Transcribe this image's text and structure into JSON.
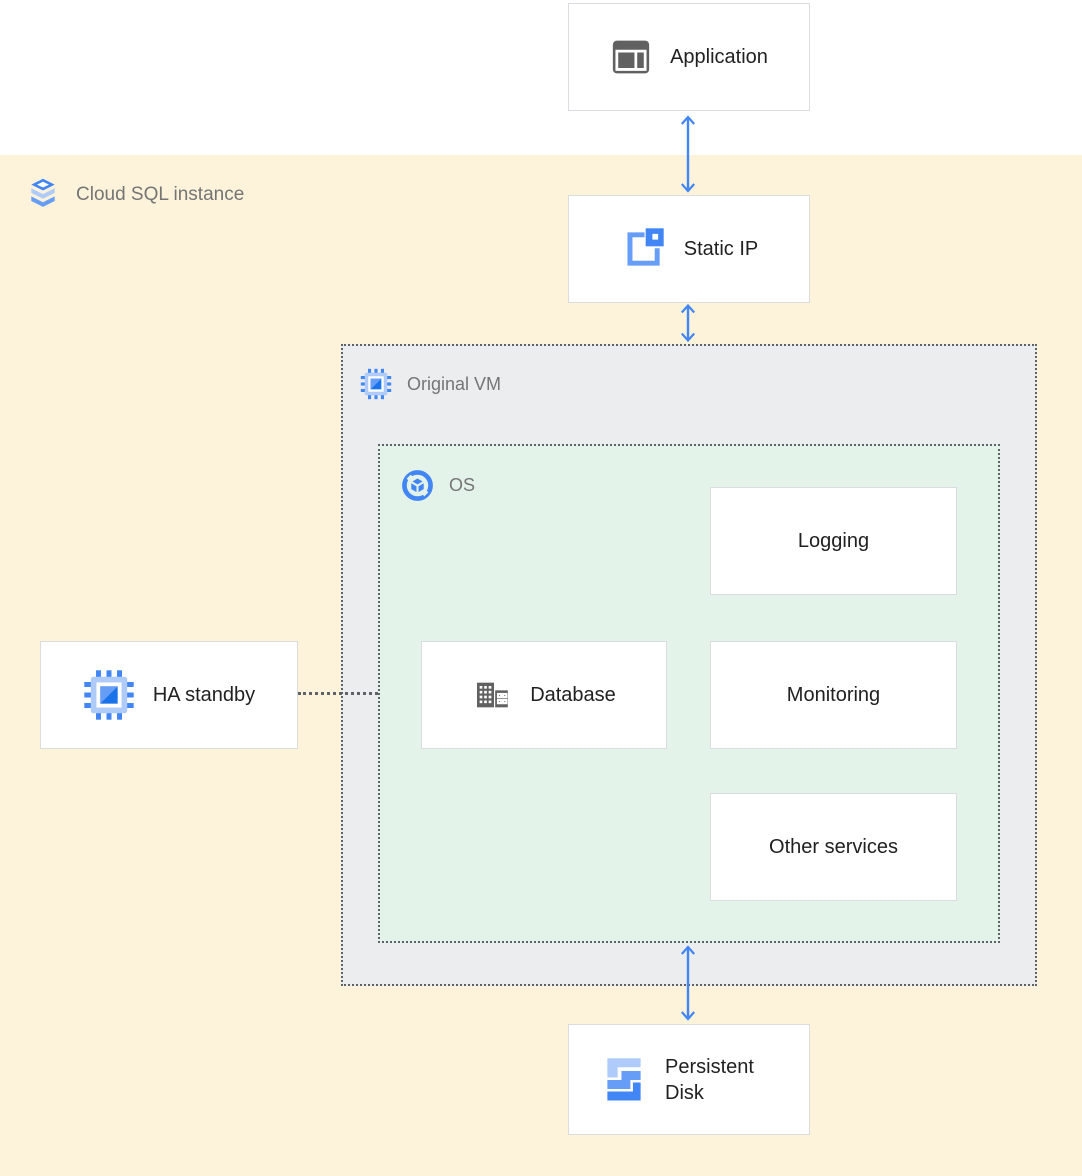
{
  "groups": {
    "cloud_sql_instance": {
      "label": "Cloud SQL instance",
      "icon": "cloud-sql-icon",
      "bg_color": "#FCF3DA"
    },
    "original_vm": {
      "label": "Original VM",
      "icon": "compute-engine-icon",
      "bg_color": "#ECEDEF",
      "border_style": "dotted"
    },
    "os": {
      "label": "OS",
      "icon": "os-icon",
      "bg_color": "#E4F3EA",
      "border_style": "dotted"
    }
  },
  "nodes": {
    "application": {
      "label": "Application",
      "icon": "application-window-icon"
    },
    "static_ip": {
      "label": "Static IP",
      "icon": "static-ip-icon"
    },
    "logging": {
      "label": "Logging"
    },
    "database": {
      "label": "Database",
      "icon": "database-building-icon"
    },
    "monitoring": {
      "label": "Monitoring"
    },
    "other_services": {
      "label": "Other services"
    },
    "ha_standby": {
      "label": "HA standby",
      "icon": "compute-engine-icon"
    },
    "persistent_disk": {
      "label": "Persistent Disk",
      "icon": "persistent-disk-icon"
    }
  },
  "edges": [
    {
      "from": "application",
      "to": "static_ip",
      "type": "bidirectional-arrow",
      "color": "#4285F4"
    },
    {
      "from": "static_ip",
      "to": "original_vm",
      "type": "bidirectional-arrow",
      "color": "#4285F4"
    },
    {
      "from": "os",
      "to": "persistent_disk",
      "type": "bidirectional-arrow",
      "color": "#4285F4"
    },
    {
      "from": "ha_standby",
      "to": "os",
      "type": "dashed-line",
      "color": "#5F6368"
    }
  ],
  "icons": {
    "cloud-sql-icon": "blue stacked database slabs",
    "compute-engine-icon": "blue CPU chip with pins",
    "os-icon": "blue ring with cube",
    "application-window-icon": "gray app window layout",
    "static-ip-icon": "blue open square with filled corner square",
    "database-building-icon": "gray buildings with windows",
    "persistent-disk-icon": "blue stepped disk stack"
  },
  "colors": {
    "accent_blue": "#4285F4",
    "blue_mid": "#669DF6",
    "blue_light": "#AECBFA",
    "icon_gray": "#616161",
    "yellow_bg": "#FCF3DA",
    "vm_bg": "#ECEDEF",
    "os_bg": "#E4F3EA",
    "node_border": "#DADCE0",
    "dotted_border": "#5F6368",
    "group_label_text": "#757575",
    "node_label_text": "#212121"
  }
}
